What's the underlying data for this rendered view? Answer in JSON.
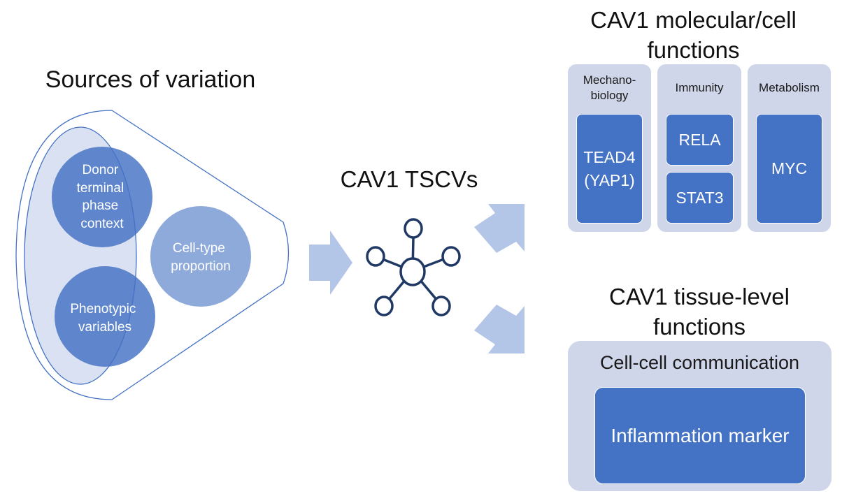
{
  "sources": {
    "title": "Sources of variation",
    "donor": [
      "Donor",
      "terminal",
      "phase",
      "context"
    ],
    "phenotypic": [
      "Phenotypic",
      "variables"
    ],
    "celltype": [
      "Cell-type",
      "proportion"
    ]
  },
  "tscv": {
    "title": "CAV1 TSCVs",
    "icon": "network-hub-icon"
  },
  "molecular": {
    "title_line1": "CAV1 molecular/cell",
    "title_line2": "functions",
    "mechano": {
      "label_line1": "Mechano-",
      "label_line2": "biology",
      "box_line1": "TEAD4",
      "box_line2": "(YAP1)"
    },
    "immunity": {
      "label": "Immunity",
      "box1": "RELA",
      "box2": "STAT3"
    },
    "metabolism": {
      "label": "Metabolism",
      "box": "MYC"
    }
  },
  "tissue": {
    "title_line1": "CAV1 tissue-level",
    "title_line2": "functions",
    "communication": "Cell-cell communication",
    "marker": "Inflammation marker"
  },
  "colors": {
    "primary_blue": "#4472c4",
    "light_blue": "#8eaadb",
    "panel_bg": "#d0d6ea",
    "arrow": "#b4c6e7",
    "node_stroke": "#203864"
  }
}
